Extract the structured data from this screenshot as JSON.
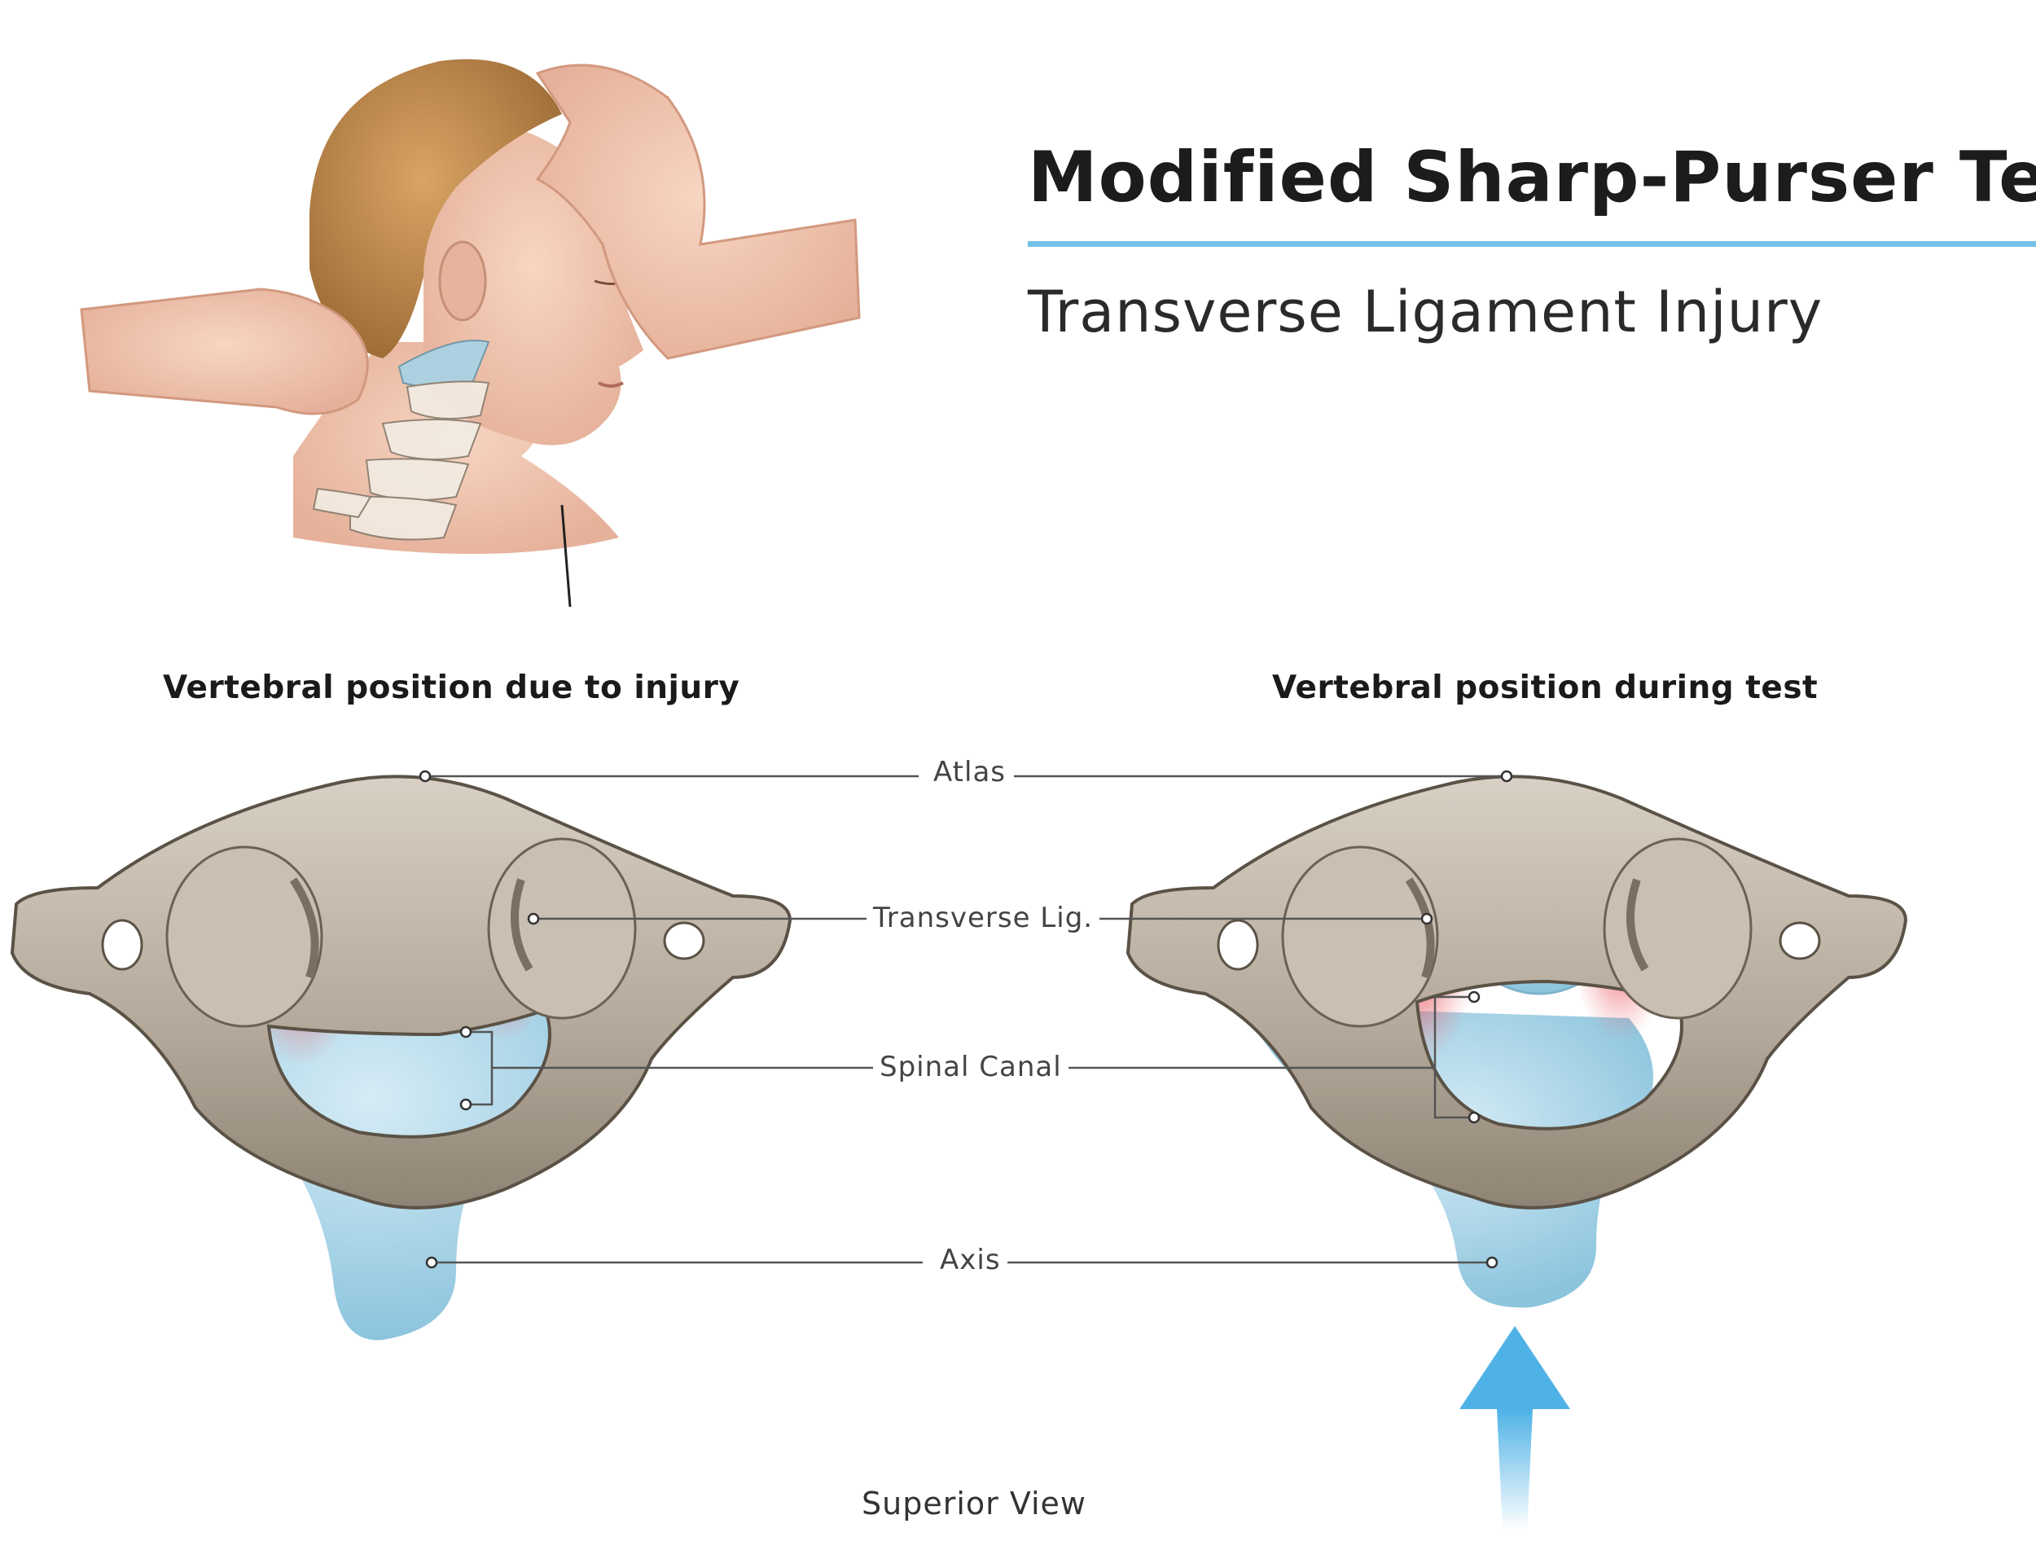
{
  "header": {
    "title": "Modified Sharp-Purser Test",
    "subtitle": "Transverse Ligament Injury"
  },
  "panels": {
    "left_title": "Vertebral position due to injury",
    "right_title": "Vertebral position during test"
  },
  "labels": {
    "atlas": "Atlas",
    "transverse_lig": "Transverse Lig.",
    "spinal_canal": "Spinal Canal",
    "axis": "Axis"
  },
  "footer": {
    "view": "Superior View"
  },
  "colors": {
    "accent_rule": "#74c2e6",
    "bone": "#bfb5a8",
    "axis_blue": "#a8d3e6",
    "inflammation": "#e0323a",
    "arrow": "#5fb8e8"
  }
}
